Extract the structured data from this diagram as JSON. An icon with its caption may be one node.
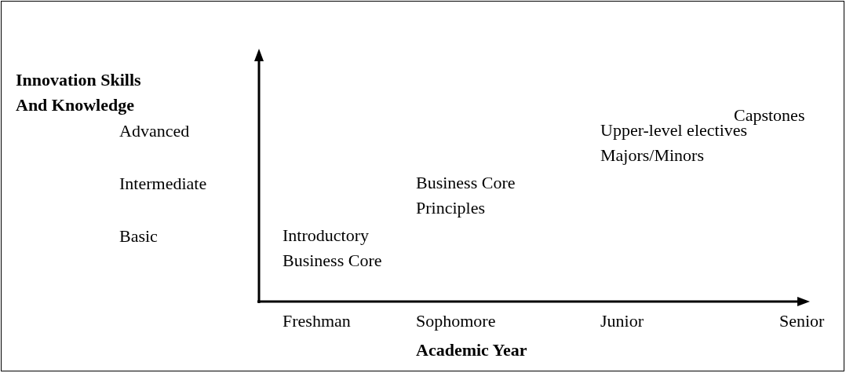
{
  "diagram": {
    "labels": [
      "Innovation Skills And Knowledge",
      "Capstones",
      "Advanced",
      "Upper-level electives Majors/Minors",
      "Intermediate",
      "Business Core Principles",
      "Basic",
      "Introductory Business Core",
      "Freshman",
      "Sophomore",
      "Junior",
      "Senior",
      "Academic Year"
    ]
  }
}
